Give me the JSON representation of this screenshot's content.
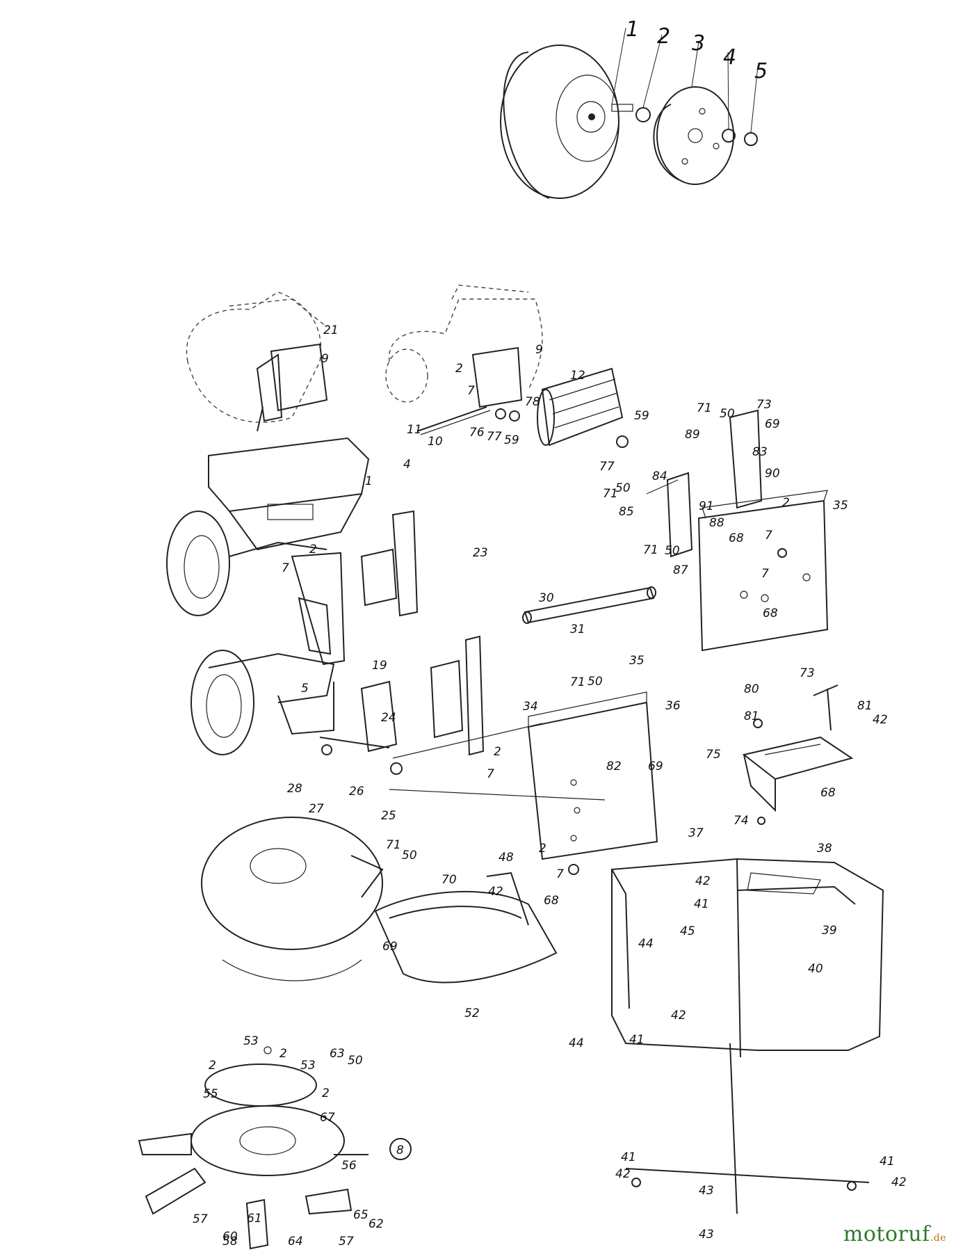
{
  "diagram": {
    "labels_top": [
      "1",
      "2",
      "3",
      "4",
      "5"
    ],
    "labels_drawing": [
      "21",
      "9",
      "2",
      "7",
      "9",
      "12",
      "78",
      "11",
      "10",
      "76",
      "77",
      "59",
      "59",
      "77",
      "73",
      "71",
      "50",
      "69",
      "89",
      "83",
      "90",
      "84",
      "35",
      "91",
      "71",
      "50",
      "85",
      "2",
      "88",
      "68",
      "7",
      "71",
      "50",
      "87",
      "68",
      "7",
      "4",
      "1",
      "7",
      "2",
      "5",
      "30",
      "31",
      "23",
      "19",
      "71",
      "50",
      "35",
      "34",
      "36",
      "24",
      "2",
      "7",
      "82",
      "69",
      "28",
      "27",
      "26",
      "25",
      "73",
      "80",
      "81",
      "81",
      "42",
      "75",
      "74",
      "68",
      "71",
      "50",
      "70",
      "48",
      "42",
      "68",
      "69",
      "2",
      "7",
      "52",
      "37",
      "38",
      "42",
      "41",
      "45",
      "39",
      "44",
      "40",
      "42",
      "41",
      "44",
      "41",
      "42",
      "43",
      "43",
      "41",
      "42",
      "53",
      "2",
      "2",
      "53",
      "63",
      "50",
      "55",
      "2",
      "67",
      "56",
      "57",
      "61",
      "65",
      "62",
      "57",
      "64",
      "60",
      "58"
    ],
    "circled_label": "8"
  },
  "watermark": {
    "name": "motoruf",
    "tld": ".de"
  }
}
